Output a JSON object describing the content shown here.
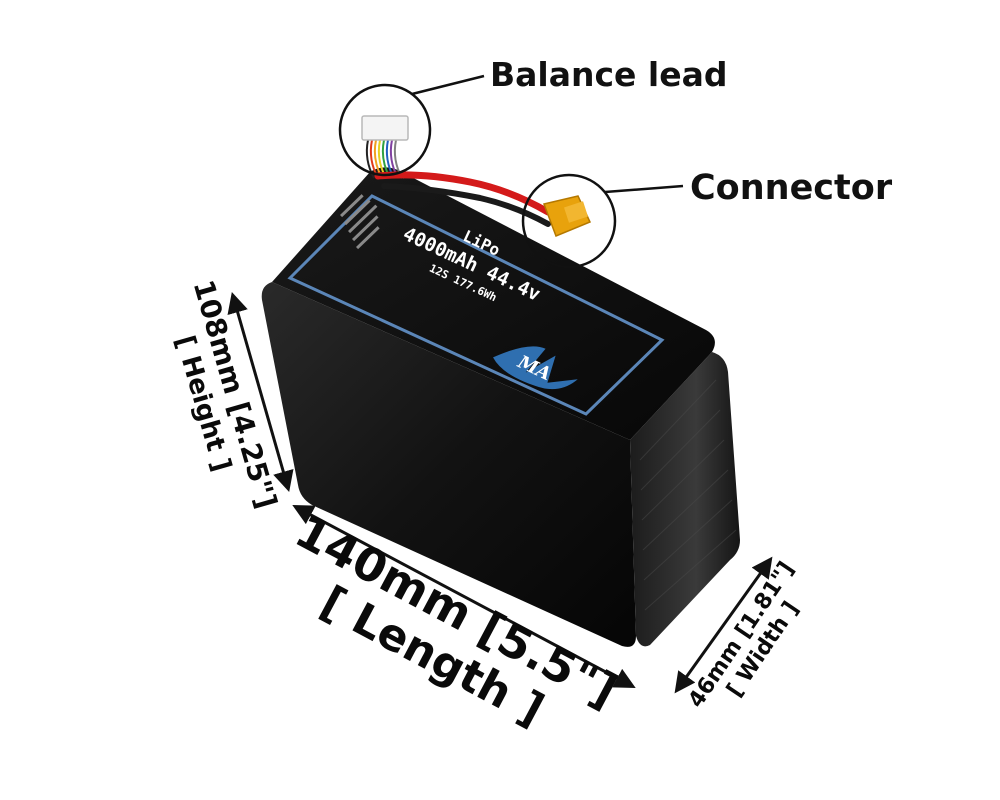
{
  "callouts": {
    "balance_lead": "Balance lead",
    "connector": "Connector"
  },
  "battery_label": {
    "chemistry": "LiPo",
    "capacity_voltage": "4000mAh 44.4v",
    "spec": "12S 177.6Wh",
    "logo": "MA"
  },
  "dimensions": {
    "height_value": "108mm [4.25\"]",
    "height_name": "[ Height ]",
    "length_value": "140mm [5.5\"]",
    "length_name": "[ Length ]",
    "width_value": "46mm [1.81\"]",
    "width_name": "[ Width ]"
  },
  "colors": {
    "battery_body": "#111111",
    "label_border": "#5b86b8",
    "logo_blue": "#2f6fb0",
    "red_wire": "#d41a1a",
    "connector_yellow": "#e8a20c"
  }
}
